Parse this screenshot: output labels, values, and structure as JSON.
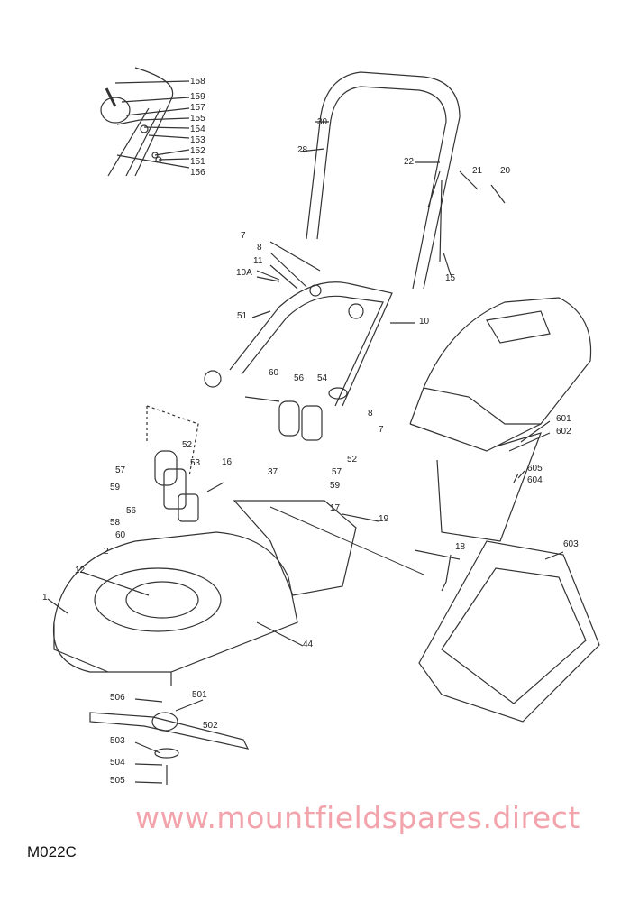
{
  "diagram_code": "M022C",
  "watermark": "www.mountfieldspares.direct",
  "colors": {
    "line": "#333333",
    "watermark": "#f2a3ab"
  },
  "part_labels": {
    "inset": [
      "158",
      "159",
      "157",
      "155",
      "154",
      "153",
      "152",
      "151",
      "156"
    ],
    "handle": [
      "30",
      "28",
      "22",
      "21",
      "20",
      "7",
      "8",
      "11",
      "10A",
      "15",
      "51",
      "10",
      "60",
      "56",
      "54",
      "8",
      "7"
    ],
    "drive": [
      "52",
      "53",
      "16",
      "37",
      "52",
      "57",
      "59",
      "57",
      "59",
      "56",
      "58",
      "60",
      "2",
      "17",
      "19",
      "18"
    ],
    "grassbox": [
      "601",
      "602",
      "605",
      "604",
      "603"
    ],
    "deck": [
      "12",
      "1",
      "44"
    ],
    "blade": [
      "506",
      "501",
      "502",
      "503",
      "504",
      "505"
    ]
  }
}
